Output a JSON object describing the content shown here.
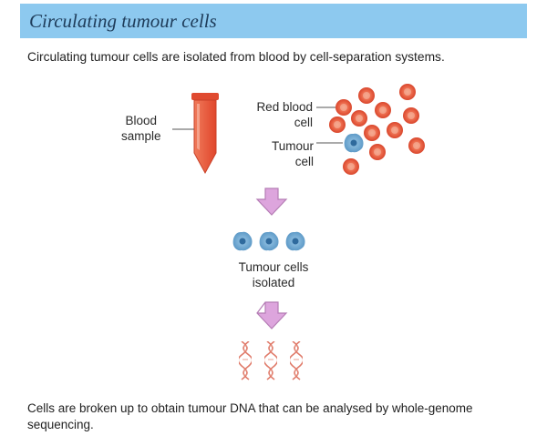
{
  "header": {
    "title": "Circulating tumour cells",
    "subtitle": "Circulating tumour cells are isolated from blood by cell-separation systems."
  },
  "labels": {
    "blood_sample": [
      "Blood",
      "sample"
    ],
    "red_blood_cell": [
      "Red blood",
      "cell"
    ],
    "tumour_cell": [
      "Tumour",
      "cell"
    ],
    "tumour_cells_isolated": [
      "Tumour cells",
      "isolated"
    ]
  },
  "footer": {
    "text": "Cells are broken up to obtain tumour DNA that can be analysed by whole-genome sequencing."
  },
  "colors": {
    "title_bar": "#8dc9ef",
    "red_cell": "#e8553b",
    "tumour_cell": "#6fa8cf",
    "arrow": "#dda5dd",
    "dna": "#e07b6a"
  },
  "icons": [
    "test-tube-icon",
    "red-blood-cell-icon",
    "tumour-cell-icon",
    "down-arrow-icon",
    "dna-helix-icon"
  ]
}
